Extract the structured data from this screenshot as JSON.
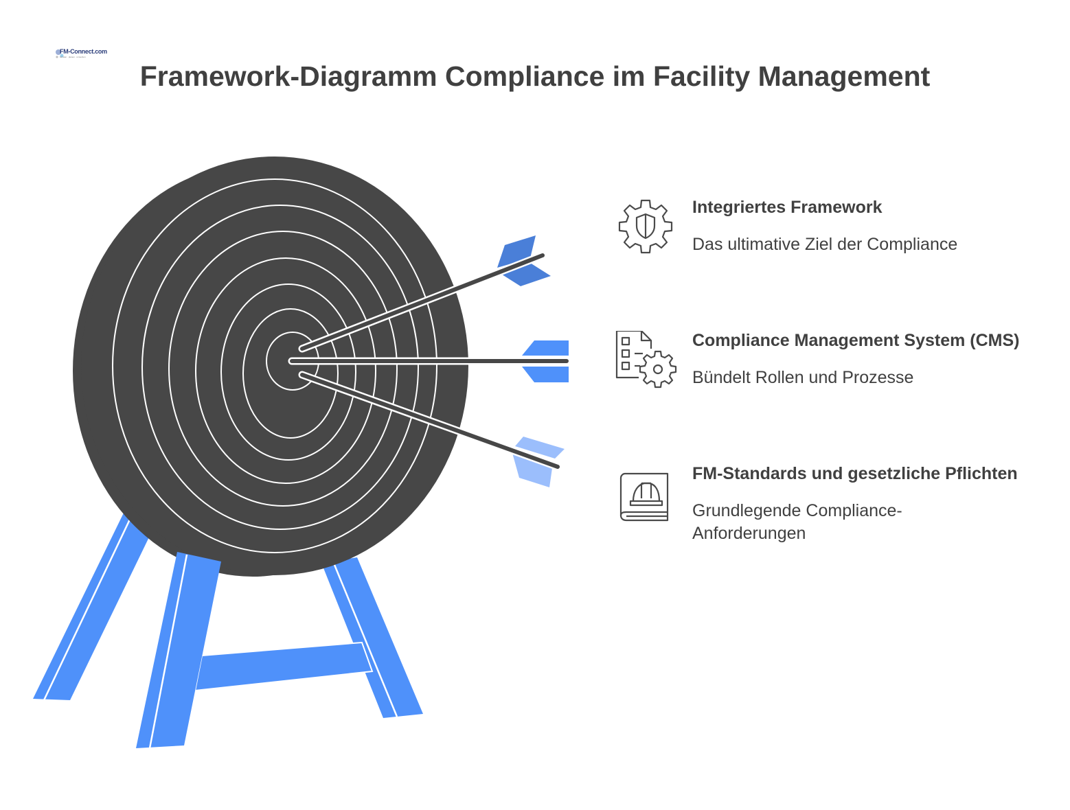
{
  "logo": {
    "text": "FM-Connect.com",
    "tagline": "beraten · planen · umsetzen"
  },
  "title": "Framework-Diagramm Compliance im Facility Management",
  "colors": {
    "target": "#474747",
    "ring_line": "#ffffff",
    "stand": "#4f91fa",
    "arrow_fletch_top": "#4a7fd8",
    "arrow_fletch_mid": "#4f91fa",
    "arrow_fletch_bottom": "#9bbefc",
    "text": "#404040",
    "icon_stroke": "#4a4a4a"
  },
  "items": [
    {
      "heading": "Integriertes Framework",
      "description": "Das ultimative Ziel der Compliance",
      "icon": "gear-shield-icon"
    },
    {
      "heading": "Compliance Management System (CMS)",
      "description": "Bündelt Rollen und Prozesse",
      "icon": "checklist-gear-icon"
    },
    {
      "heading": "FM-Standards und gesetzliche Pflichten",
      "description": "Grundlegende Compliance-Anforderungen",
      "icon": "book-hardhat-icon"
    }
  ]
}
